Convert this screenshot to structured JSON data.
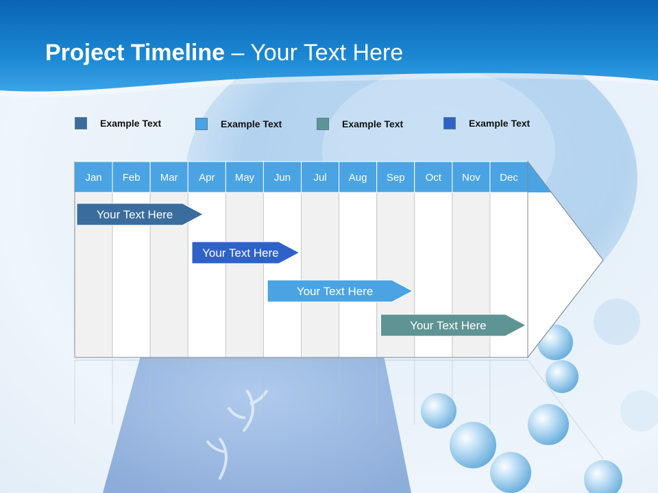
{
  "slide": {
    "title_bold": "Project Timeline",
    "title_rest": " – Your Text Here"
  },
  "legend": [
    {
      "label": "Example Text",
      "color": "#3a6d9d"
    },
    {
      "label": "Example Text",
      "color": "#4aa3e3"
    },
    {
      "label": "Example Text",
      "color": "#5f9494"
    },
    {
      "label": "Example Text",
      "color": "#2e62c9"
    }
  ],
  "timeline": {
    "months": [
      "Jan",
      "Feb",
      "Mar",
      "Apr",
      "May",
      "Jun",
      "Jul",
      "Aug",
      "Sep",
      "Oct",
      "Nov",
      "Dec"
    ],
    "header_color": "#4aa3e3",
    "tasks": [
      {
        "label": "Your  Text Here",
        "start_month": 1,
        "end_month": 4.4,
        "color": "#3a6d9d"
      },
      {
        "label": "Your  Text Here",
        "start_month": 4.05,
        "end_month": 6.95,
        "color": "#2e62c9"
      },
      {
        "label": "Your  Text Here",
        "start_month": 6.05,
        "end_month": 9.95,
        "color": "#4aa3e3"
      },
      {
        "label": "Your  Text Here",
        "start_month": 9.05,
        "end_month": 12.95,
        "color": "#5f9494"
      }
    ]
  }
}
